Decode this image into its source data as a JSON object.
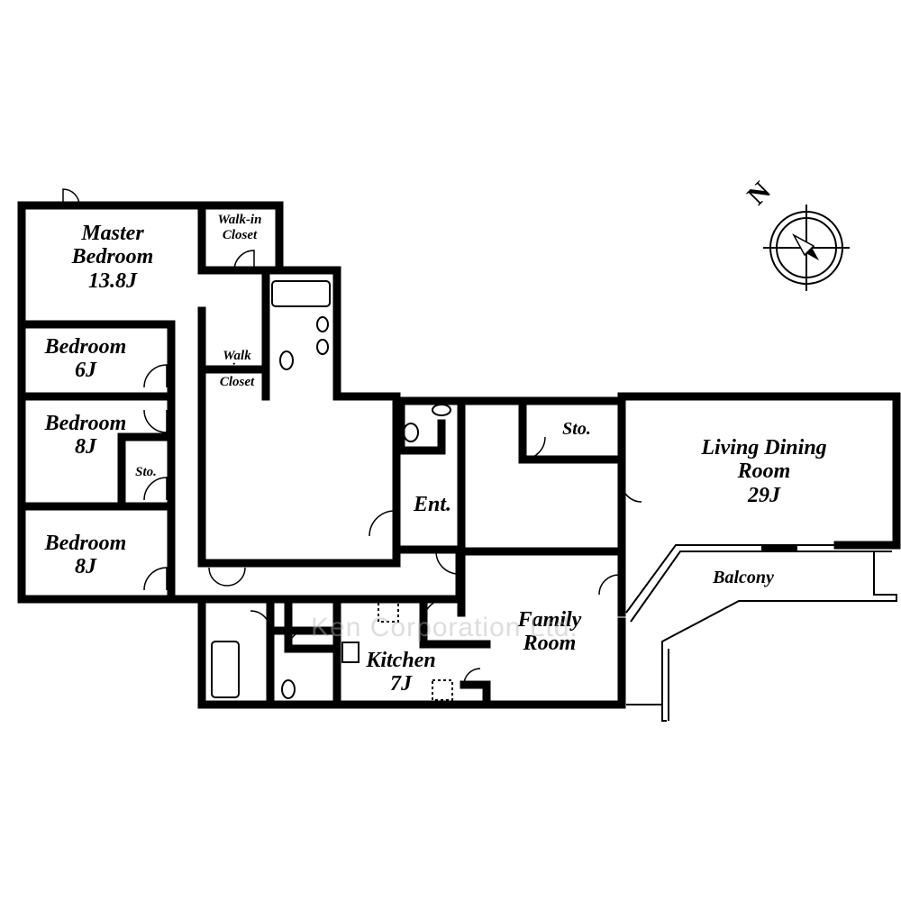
{
  "rooms": {
    "master_bedroom": {
      "name_line1": "Master",
      "name_line2": "Bedroom",
      "size": "13.8J"
    },
    "walk_in_closet_1": {
      "line1": "Walk-in",
      "line2": "Closet"
    },
    "walk_in_closet_2": {
      "line1": "Walk",
      "line2": "in",
      "line3": "Closet"
    },
    "bedroom_6": {
      "name": "Bedroom",
      "size": "6J"
    },
    "bedroom_8a": {
      "name": "Bedroom",
      "size": "8J"
    },
    "bedroom_8b": {
      "name": "Bedroom",
      "size": "8J"
    },
    "storage_1": {
      "name": "Sto."
    },
    "storage_2": {
      "name": "Sto."
    },
    "entrance": {
      "name": "Ent."
    },
    "living_dining": {
      "line1": "Living Dining",
      "line2": "Room",
      "size": "29J"
    },
    "balcony": {
      "name": "Balcony"
    },
    "family_room": {
      "line1": "Family",
      "line2": "Room"
    },
    "kitchen": {
      "name": "Kitchen",
      "size": "7J"
    }
  },
  "compass": {
    "label": "N",
    "icon": "compass-rose-icon"
  },
  "watermark": "Ken Corporation Ltd."
}
